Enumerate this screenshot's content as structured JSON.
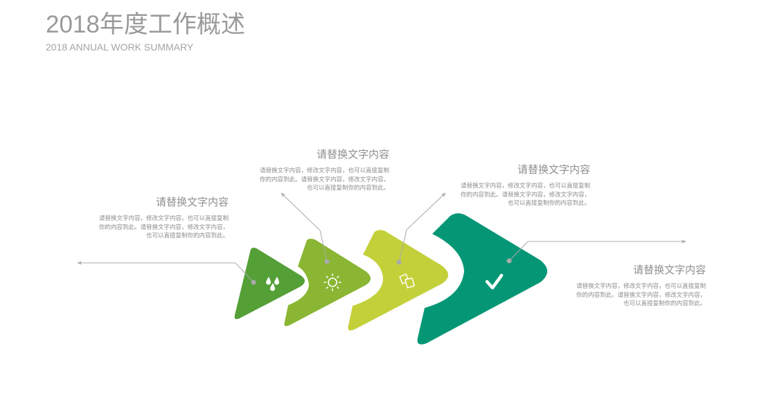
{
  "header": {
    "title": "2018年度工作概述",
    "subtitle": "2018 ANNUAL WORK SUMMARY"
  },
  "colors": {
    "step1": "#559f37",
    "step2": "#8ab633",
    "step3": "#c3d03a",
    "step4": "#059775",
    "connector": "#aaaaaa",
    "title": "#9a9a9a"
  },
  "steps": [
    {
      "icon": "water-drops-icon",
      "heading": "请替换文字内容",
      "body": [
        "请替换文字内容，修改文字内容，也可以直接复制",
        "你的内容到此。请替换文字内容，修改文字内容，",
        "也可以直接复制你的内容到此。"
      ]
    },
    {
      "icon": "sun-icon",
      "heading": "请替换文字内容",
      "body": [
        "请替换文字内容，修改文字内容，也可以直接复制",
        "你的内容到此。请替换文字内容，修改文字内容，",
        "也可以直接复制你的内容到此。"
      ]
    },
    {
      "icon": "cards-icon",
      "heading": "请替换文字内容",
      "body": [
        "请替换文字内容，修改文字内容，也可以直接复制",
        "你的内容到此。请替换文字内容，修改文字内容，",
        "也可以直接复制你的内容到此。"
      ]
    },
    {
      "icon": "checkmark-icon",
      "heading": "请替换文字内容",
      "body": [
        "请替换文字内容，修改文字内容，也可以直接复制",
        "你的内容到此。请替换文字内容，修改文字内容，",
        "也可以直接复制你的内容到此。"
      ]
    }
  ]
}
